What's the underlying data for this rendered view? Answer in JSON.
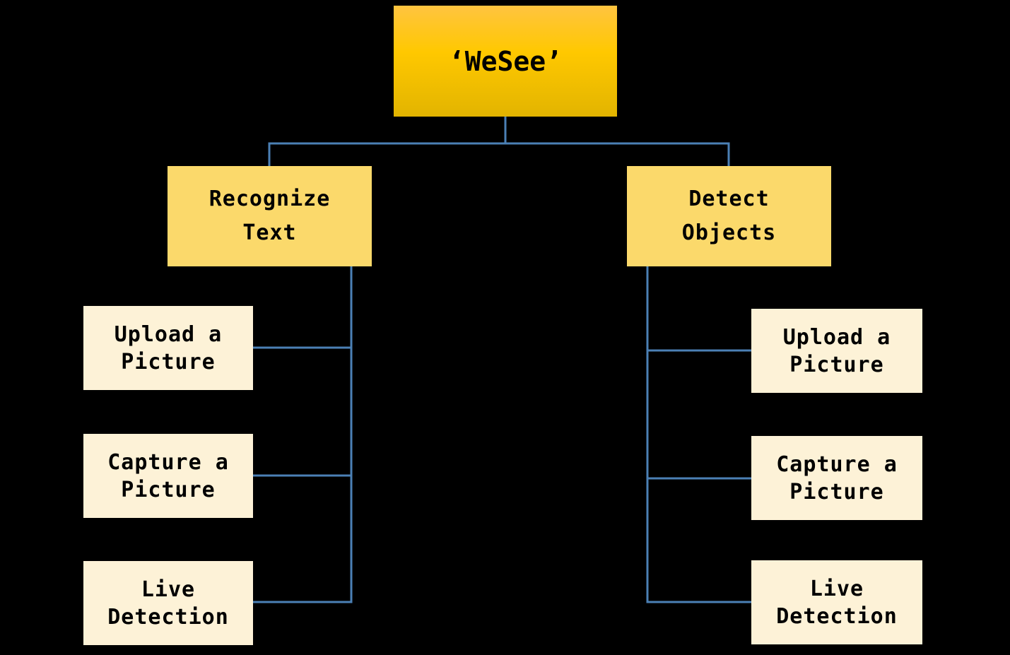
{
  "diagram": {
    "type": "hierarchy-flowchart",
    "root": {
      "label": "‘WeSee’"
    },
    "left_branch": {
      "label": "Recognize\nText",
      "children": [
        {
          "label": "Upload a\nPicture"
        },
        {
          "label": "Capture a\nPicture"
        },
        {
          "label": "Live\nDetection"
        }
      ]
    },
    "right_branch": {
      "label": "Detect\nObjects",
      "children": [
        {
          "label": "Upload a\nPicture"
        },
        {
          "label": "Capture a\nPicture"
        },
        {
          "label": "Live\nDetection"
        }
      ]
    }
  },
  "colors": {
    "background": "#000000",
    "root_fill_top": "#ffc440",
    "root_fill_mid": "#ffc800",
    "root_fill_bottom": "#e2b400",
    "branch_fill": "#fbd96b",
    "leaf_fill": "#fdf2d7",
    "connector": "#4b80b5",
    "text": "#000000"
  }
}
